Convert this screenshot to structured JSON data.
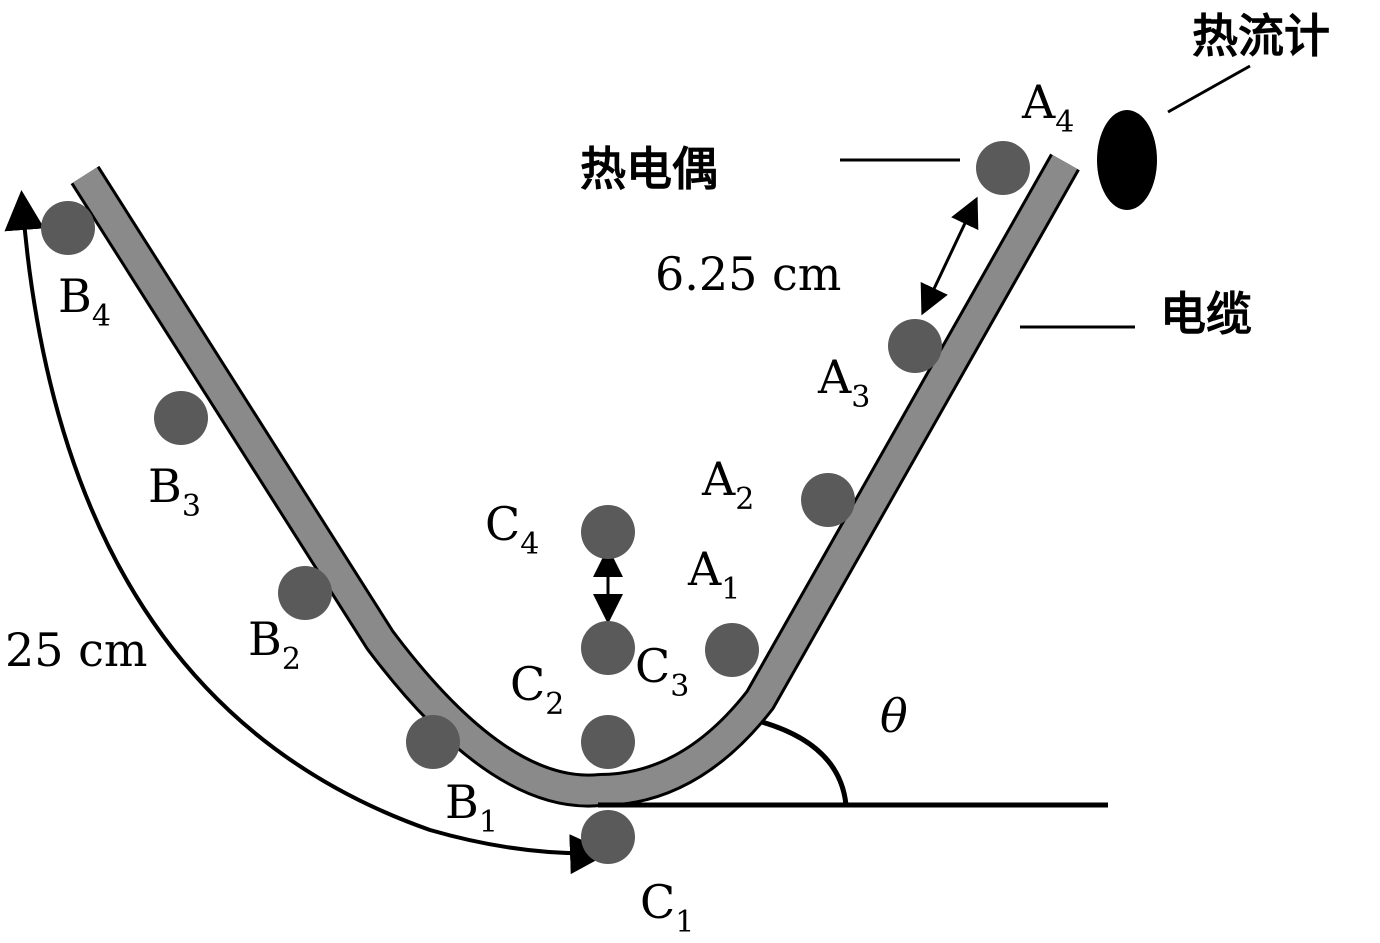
{
  "labels": {
    "heat_flux_meter": "热流计",
    "thermocouple": "热电偶",
    "cable": "电缆",
    "spacing": "6.25 cm",
    "arc_length": "25 cm",
    "angle": "θ"
  },
  "points": {
    "A": [
      {
        "l": "A",
        "s": "1"
      },
      {
        "l": "A",
        "s": "2"
      },
      {
        "l": "A",
        "s": "3"
      },
      {
        "l": "A",
        "s": "4"
      }
    ],
    "B": [
      {
        "l": "B",
        "s": "1"
      },
      {
        "l": "B",
        "s": "2"
      },
      {
        "l": "B",
        "s": "3"
      },
      {
        "l": "B",
        "s": "4"
      }
    ],
    "C": [
      {
        "l": "C",
        "s": "1"
      },
      {
        "l": "C",
        "s": "2"
      },
      {
        "l": "C",
        "s": "3"
      },
      {
        "l": "C",
        "s": "4"
      }
    ]
  },
  "colors": {
    "cable": "#8a8a8a",
    "dot": "#5a5a5a",
    "meter": "#000000"
  }
}
